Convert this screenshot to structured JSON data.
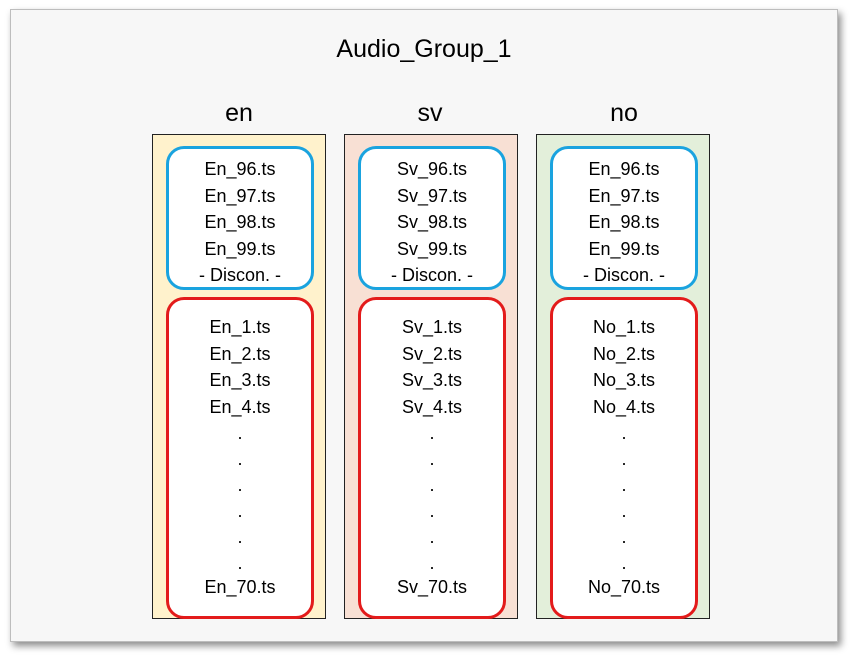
{
  "title": "Audio_Group_1",
  "columns": [
    {
      "label": "en",
      "bg": "#fff2cc",
      "top_group": [
        "En_96.ts",
        "En_97.ts",
        "En_98.ts",
        "En_99.ts",
        "- Discon. -"
      ],
      "bottom_group": [
        "En_1.ts",
        "En_2.ts",
        "En_3.ts",
        "En_4.ts",
        ".",
        ".",
        ".",
        ".",
        ".",
        "."
      ],
      "last": "En_70.ts"
    },
    {
      "label": "sv",
      "bg": "#f8e0d4",
      "top_group": [
        "Sv_96.ts",
        "Sv_97.ts",
        "Sv_98.ts",
        "Sv_99.ts",
        "- Discon. -"
      ],
      "bottom_group": [
        "Sv_1.ts",
        "Sv_2.ts",
        "Sv_3.ts",
        "Sv_4.ts",
        ".",
        ".",
        ".",
        ".",
        ".",
        "."
      ],
      "last": "Sv_70.ts"
    },
    {
      "label": "no",
      "bg": "#e3efda",
      "top_group": [
        "En_96.ts",
        "En_97.ts",
        "En_98.ts",
        "En_99.ts",
        "- Discon. -"
      ],
      "bottom_group": [
        "No_1.ts",
        "No_2.ts",
        "No_3.ts",
        "No_4.ts",
        ".",
        ".",
        ".",
        ".",
        ".",
        "."
      ],
      "last": "No_70.ts"
    }
  ],
  "colors": {
    "top_group_border": "#1aa3df",
    "bottom_group_border": "#e31b1b"
  }
}
